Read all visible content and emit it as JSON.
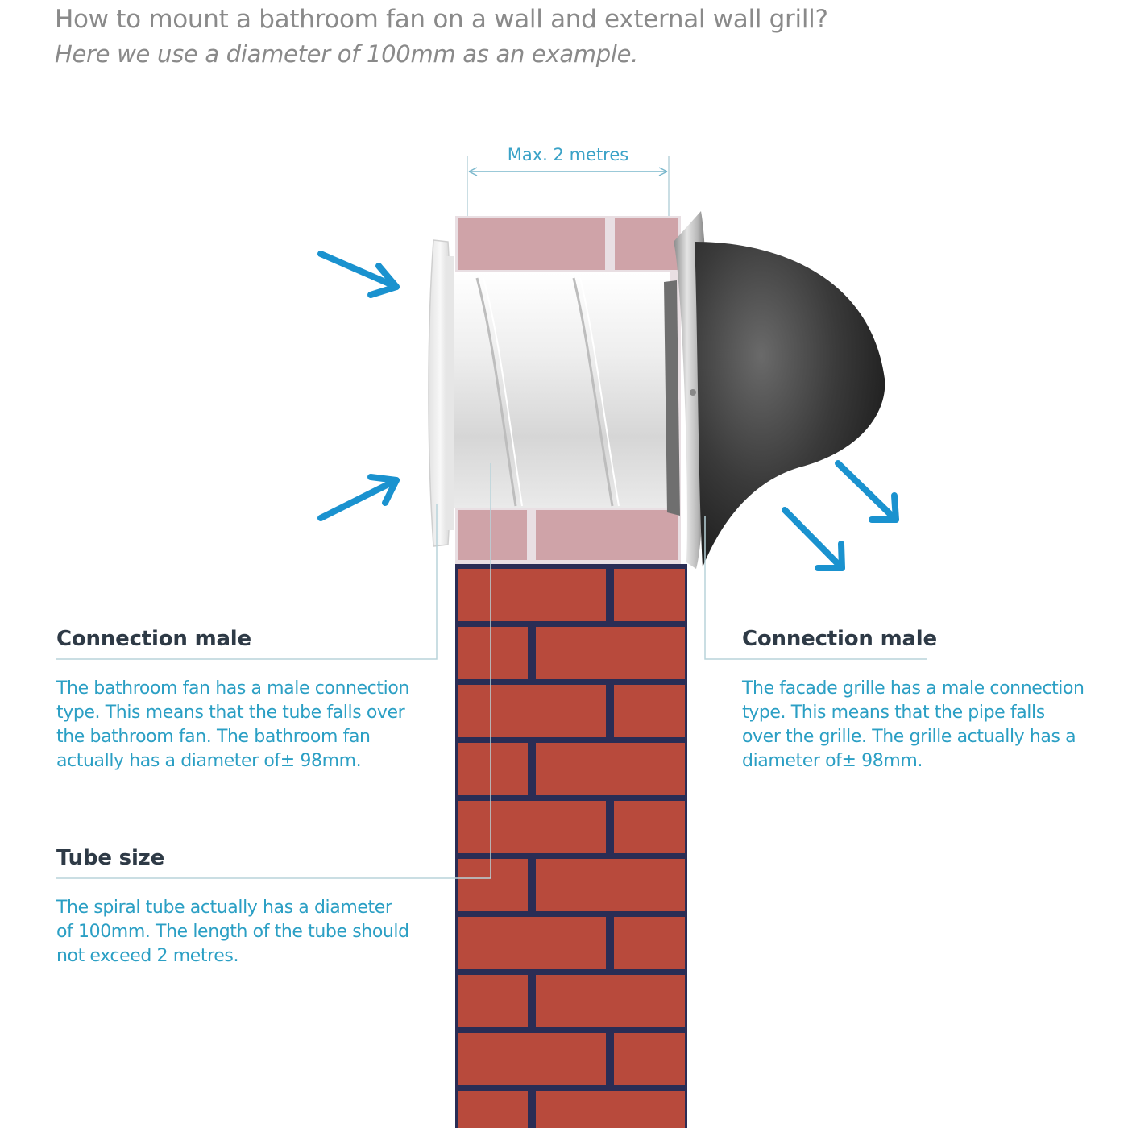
{
  "header": {
    "title": "How to mount a bathroom fan on a wall and external wall grill?",
    "subtitle": "Here we use a diameter of 100mm as an example."
  },
  "diagram": {
    "dimension_label": "Max. 2 metres",
    "colors": {
      "arrow": "#1a92cf",
      "brick": "#b84a3c",
      "mortar": "#2a2d55",
      "brick_in_wall": "#cfa3a8",
      "brick_in_wall_mortar": "#e9dfe3",
      "leader_line": "#b8d3da",
      "text_accent": "#2b9fc4",
      "heading": "#2e3a46"
    },
    "icons": [
      "airflow-arrow-icon",
      "airflow-arrow-icon",
      "airflow-arrow-icon",
      "airflow-arrow-icon"
    ]
  },
  "callouts": {
    "fan": {
      "heading": "Connection male",
      "text": "The bathroom fan has a male connection type. This means that the tube falls over the bathroom fan. The bathroom fan actually has a diameter of± 98mm."
    },
    "grille": {
      "heading": "Connection male",
      "text": "The facade grille has a male connection type. This means that the pipe falls over the grille. The grille actually has a diameter of± 98mm."
    },
    "tube": {
      "heading": "Tube size",
      "text": "The spiral tube actually has a diameter of 100mm. The length of the tube should not exceed 2 metres."
    }
  }
}
